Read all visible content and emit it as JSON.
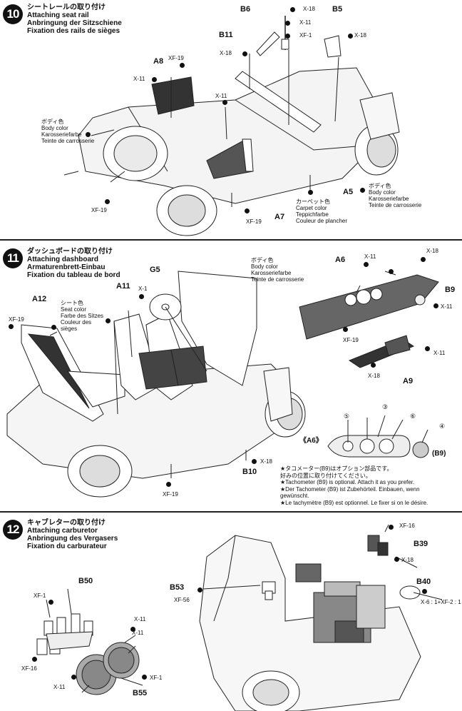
{
  "step10": {
    "number": "10",
    "title_jp": "シートレールの取り付け",
    "title_en": "Attaching seat rail",
    "title_de": "Anbringung der Sitzschiene",
    "title_fr": "Fixation des rails de sièges",
    "parts": {
      "b6": "B6",
      "b5": "B5",
      "b11": "B11",
      "a8": "A8",
      "a5": "A5",
      "a7": "A7"
    },
    "screws": {
      "x18": "X-18",
      "x11": "X-11",
      "xf1": "XF-1",
      "xf19": "XF-19"
    },
    "body_color": {
      "jp": "ボディ色",
      "en": "Body color",
      "de": "Karosseriefarbe",
      "fr": "Teinte de carrosserie"
    },
    "carpet_color": {
      "jp": "カーペット色",
      "en": "Carpet color",
      "de": "Teppichfarbe",
      "fr": "Couleur de plancher"
    }
  },
  "step11": {
    "number": "11",
    "title_jp": "ダッシュボードの取り付け",
    "title_en": "Attaching dashboard",
    "title_de": "Armaturenbrett-Einbau",
    "title_fr": "Fixation du tableau de bord",
    "parts": {
      "g5": "G5",
      "a12": "A12",
      "a11": "A11",
      "a6": "A6",
      "b9": "B9",
      "a9": "A9",
      "b10": "B10",
      "a6_bracket": "《A6》",
      "b9_paren": "(B9)"
    },
    "screws": {
      "x1": "X-1",
      "x11": "X-11",
      "x18": "X-18",
      "xf19": "XF-19"
    },
    "seat_color": {
      "jp": "シート色",
      "en": "Seat color",
      "de": "Farbe des Sitzes",
      "fr_1": "Couleur des",
      "fr_2": "sièges"
    },
    "body_color": {
      "jp": "ボディ色",
      "en": "Body color",
      "de": "Karosseriefarbe",
      "fr": "Teinte de carrosserie"
    },
    "gauge_numbers": {
      "n5": "⑤",
      "n3": "③",
      "n6": "⑥",
      "n4": "④"
    },
    "note": {
      "jp1": "★タコメーター(B9)はオプション部品です。",
      "jp2": "好みの位置に取り付けてください。",
      "en": "★Tachometer (B9) is optional. Attach it as you prefer.",
      "de1": "★Der Tachometer (B9) ist Zubehörteil. Einbauen, wenn",
      "de2": "gewünscht.",
      "fr": "★Le tachymètre (B9) est optionnel. Le fixer si on le désire."
    }
  },
  "step12": {
    "number": "12",
    "title_jp": "キャブレターの取り付け",
    "title_en": "Attaching carburetor",
    "title_de": "Anbringung des Vergasers",
    "title_fr": "Fixation du carburateur",
    "parts": {
      "b50": "B50",
      "b53": "B53",
      "b39": "B39",
      "b40": "B40",
      "b55": "B55"
    },
    "screws": {
      "xf1": "XF-1",
      "xf16": "XF-16",
      "x11": "X-11",
      "x18": "X-18",
      "xf56": "XF-56",
      "mix": "X-6 : 1+XF-2 : 1"
    }
  }
}
